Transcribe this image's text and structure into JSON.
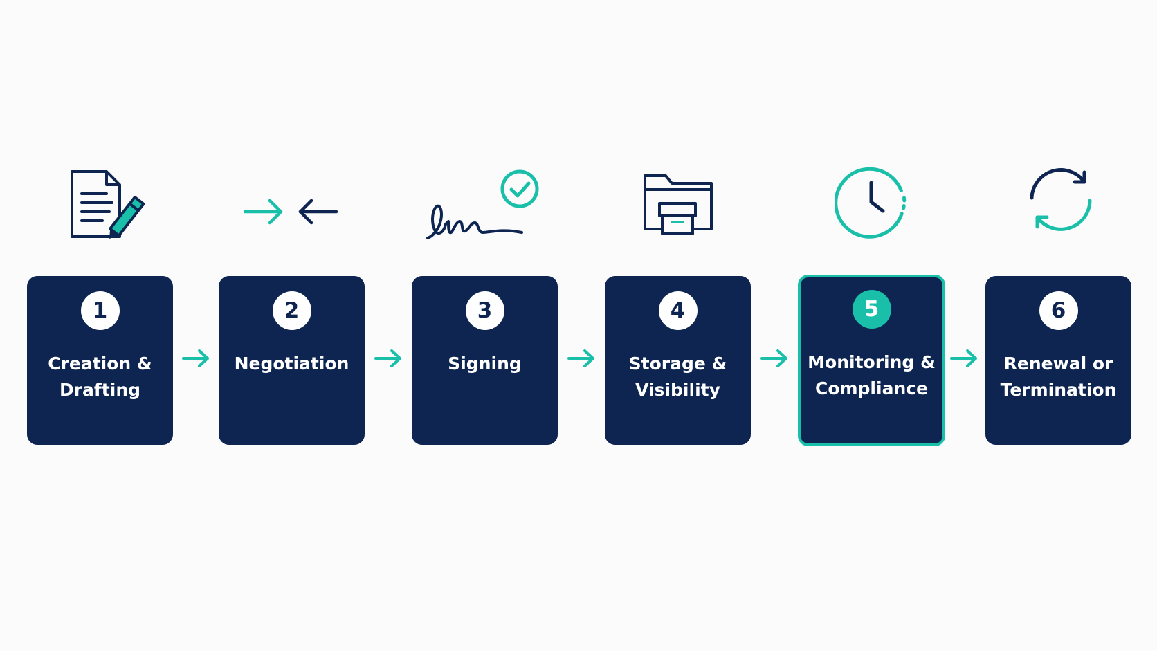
{
  "colors": {
    "navy": "#0d2550",
    "teal": "#19bfa8",
    "white": "#ffffff",
    "background": "#fbfbfc"
  },
  "steps": [
    {
      "number": "1",
      "label": "Creation &\nDrafting",
      "icon": "document-pencil-icon"
    },
    {
      "number": "2",
      "label": "Negotiation",
      "icon": "converging-arrows-icon"
    },
    {
      "number": "3",
      "label": "Signing",
      "icon": "signature-check-icon"
    },
    {
      "number": "4",
      "label": "Storage &\nVisibility",
      "icon": "folder-archive-icon"
    },
    {
      "number": "5",
      "label": "Monitoring &\nCompliance",
      "icon": "clock-icon",
      "highlighted": true
    },
    {
      "number": "6",
      "label": "Renewal or\nTermination",
      "icon": "refresh-cycle-icon"
    }
  ]
}
